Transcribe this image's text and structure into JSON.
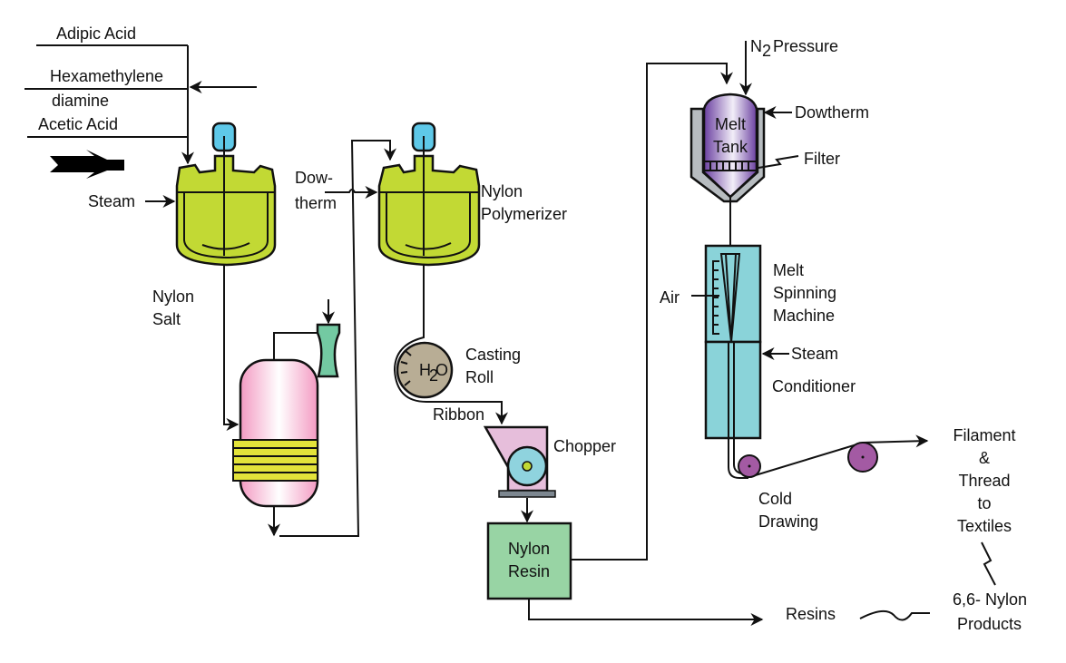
{
  "feeds": {
    "adipic": "Adipic Acid",
    "hexa1": "Hexamethylene",
    "hexa2": "diamine",
    "acetic": "Acetic Acid"
  },
  "labels": {
    "steam1": "Steam",
    "nylon_salt1": "Nylon",
    "nylon_salt2": "Salt",
    "dowtherm1a": "Dow-",
    "dowtherm1b": "therm",
    "polymerizer1": "Nylon",
    "polymerizer2": "Polymerizer",
    "h2o_h": "H",
    "h2o_2": "2",
    "h2o_o": "O",
    "casting1": "Casting",
    "casting2": "Roll",
    "ribbon": "Ribbon",
    "chopper": "Chopper",
    "resin1": "Nylon",
    "resin2": "Resin",
    "resins": "Resins",
    "products1": "6,6- Nylon",
    "products2": "Products",
    "n2_n": "N",
    "n2_2": "2",
    "n2_pressure": "Pressure",
    "dowtherm2": "Dowtherm",
    "melt_tank1": "Melt",
    "melt_tank2": "Tank",
    "filter": "Filter",
    "air": "Air",
    "spinning1": "Melt",
    "spinning2": "Spinning",
    "spinning3": "Machine",
    "steam2": "Steam",
    "conditioner": "Conditioner",
    "cold1": "Cold",
    "cold2": "Drawing",
    "filament1": "Filament",
    "filament2": "&",
    "filament3": "Thread",
    "filament4": "to",
    "filament5": "Textiles"
  },
  "colors": {
    "reactor": "#c2d934",
    "cap": "#5ec8e8",
    "evaporator": "#f4a6c8",
    "coil": "#e3e33a",
    "nozzle": "#73c9a2",
    "casting_roll": "#b8ad95",
    "chopper": "#e6bedb",
    "chopper_wheel": "#8fd3de",
    "resin_box": "#98d4a4",
    "melt_tank": "#8a62b5",
    "jacket": "#b7bcc0",
    "spinner": "#8ad3d9",
    "roller": "#a35aa3"
  }
}
